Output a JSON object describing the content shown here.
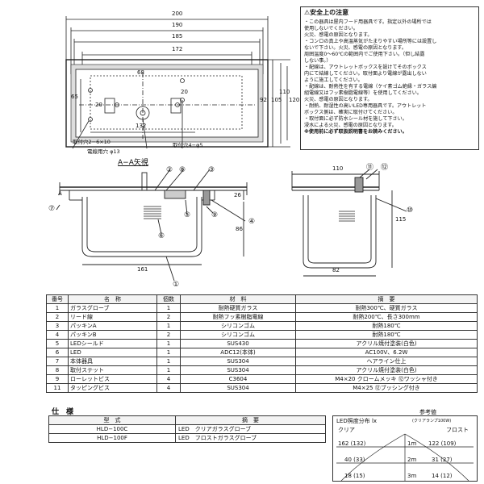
{
  "top_view": {
    "dims_top": [
      "200",
      "190",
      "185",
      "172"
    ],
    "dims_right": [
      "92",
      "105",
      "110",
      "120"
    ],
    "dim_left": "65",
    "dim_inner_center": "68",
    "dim_inner_left": "20",
    "dim_inner_right": "20",
    "dim_bottom": "132",
    "dim_a_left": "A",
    "dim_a_right": "A",
    "label_mount_hole": "取付穴2−6×10",
    "label_cord_hole": "電線用穴 φ13",
    "label_mount_hole2": "取付穴4−φ5"
  },
  "section_view": {
    "title": "A−A矢視",
    "label_a": "A",
    "dims": [
      "26",
      "86",
      "161"
    ],
    "callouts": [
      "①",
      "②",
      "③",
      "④",
      "⑤",
      "⑥",
      "⑦",
      "⑧",
      "⑨"
    ]
  },
  "side_view": {
    "dims": [
      "110",
      "115",
      "82"
    ],
    "callouts": [
      "⑪",
      "⑫",
      "⑩"
    ]
  },
  "safety": {
    "title": "⚠安全上の注意",
    "lines": [
      "・この器具は屋内フード用器具です。指定以外の場所では",
      "  使用しないでください。",
      "  火災、感電の原因となります。",
      "・コンロの真上や高温蒸気がたまりやすい場所等には設置し",
      "  ないで下さい。火災、感電の原因となります。",
      "  周囲温度0〜60℃の範囲内でご使用下さい。（但し結露",
      "  しない事。）",
      "・配線は、アウトレットボックスを設けてそのボックス",
      "  内にて結線してください。取付面より電線が露出しない",
      "  ように施工してください。",
      "・配線は、耐熱性を有する電線（ケイ素ゴム絶縁・ガラス編",
      "  組電線又はフッ素樹脂電線等）を使用してください。",
      "  火災、感電の原因となります。",
      "・耐熱、耐湿性の高いLED専用器具です。アウトレット",
      "  ボックス側は、確実に取付けてください。",
      "・取付面に必ず防水シール材を施して下さい。",
      "  浸水による火災、感電の原因となります。",
      "※使用前に必ず取扱説明書をお読みください。"
    ]
  },
  "parts_table": {
    "headers": [
      "番号",
      "名　称",
      "個数",
      "材　料",
      "摘　要"
    ],
    "rows": [
      [
        "1",
        "ガラスグローブ",
        "1",
        "耐熱硬質ガラス",
        "耐熱300℃、硬質ガラス"
      ],
      [
        "2",
        "リード線",
        "2",
        "耐熱フッ素樹脂電線",
        "耐熱200℃、長さ300mm"
      ],
      [
        "3",
        "パッキンA",
        "1",
        "シリコンゴム",
        "耐熱180℃"
      ],
      [
        "4",
        "パッキンB",
        "2",
        "シリコンゴム",
        "耐熱180℃"
      ],
      [
        "5",
        "LEDシールド",
        "1",
        "SUS430",
        "アクリル焼付塗装(白色)"
      ],
      [
        "6",
        "LED",
        "1",
        "ADC12(本体)",
        "AC100V、6.2W"
      ],
      [
        "7",
        "本体器具",
        "1",
        "SUS304",
        "ヘアライン仕上"
      ],
      [
        "8",
        "取付ステット",
        "1",
        "SUS304",
        "アクリル焼付塗装(白色)"
      ],
      [
        "9",
        "ローレットビス",
        "4",
        "C3604",
        "M4×20 クロームメッキ ⑫ワッシャ付き"
      ],
      [
        "11",
        "タッピングビス",
        "4",
        "SUS304",
        "M4×25 ⑫ブッシング付き"
      ]
    ]
  },
  "spec": {
    "title": "仕　様",
    "headers": [
      "型　式",
      "摘　要"
    ],
    "rows": [
      [
        "HLD−100C",
        "LED　クリアガラスグローブ"
      ],
      [
        "HLD−100F",
        "LED　フロストガラスグローブ"
      ]
    ]
  },
  "led": {
    "ref": "参考値",
    "title": "LED照度分布  lx",
    "subtitle": "(クリアランプ100W)",
    "col_left": "クリア",
    "col_right": "フロスト",
    "rows": [
      {
        "left": "162 (132)",
        "dist": "1m",
        "right": "122 (109)"
      },
      {
        "left": "40 (33)",
        "dist": "2m",
        "right": "31 (27)"
      },
      {
        "left": "18 (15)",
        "dist": "3m",
        "right": "14 (12)"
      }
    ]
  }
}
